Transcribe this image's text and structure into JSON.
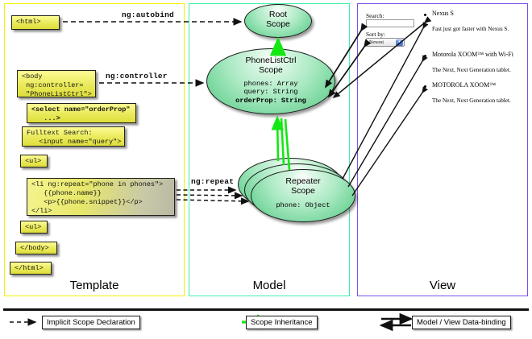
{
  "columns": [
    {
      "key": "template",
      "label": "Template",
      "border_color": "#f2f20a"
    },
    {
      "key": "model",
      "label": "Model",
      "border_color": "#3ff0a8"
    },
    {
      "key": "view",
      "label": "View",
      "border_color": "#7b52ec"
    }
  ],
  "template": {
    "boxes": [
      {
        "id": "html-open",
        "text": "<html>"
      },
      {
        "id": "body-open",
        "text": "<body\n ng:controller=\n \"PhoneListCtrl\">"
      },
      {
        "id": "select-orderprop",
        "text": "<select name=\"orderProp\"\n   ...>"
      },
      {
        "id": "fulltext-search",
        "text": "Fulltext Search:\n   <input name=\"query\">"
      },
      {
        "id": "ul-open",
        "text": "<ul>"
      },
      {
        "id": "li-ngrepeat",
        "text": "<li ng:repeat=\"phone in phones\">\n   {{phone.name}}\n   <p>{{phone.snippet}}</p>\n</li>"
      },
      {
        "id": "ul-close",
        "text": "<ul>"
      },
      {
        "id": "body-close",
        "text": "</body>"
      },
      {
        "id": "html-close",
        "text": "</html>"
      }
    ]
  },
  "model": {
    "scopes": [
      {
        "id": "root-scope",
        "title": "Root\nScope",
        "props": []
      },
      {
        "id": "phonelistctrl-scope",
        "title": "PhoneListCtrl\nScope",
        "props": [
          {
            "text": "phones: Array",
            "bold": false
          },
          {
            "text": "query: String",
            "bold": false
          },
          {
            "text": "orderProp: String",
            "bold": true
          }
        ]
      },
      {
        "id": "repeater-scope",
        "title": "Repeater\nScope",
        "props": [
          {
            "text": "phone: Object",
            "bold": false
          }
        ]
      }
    ]
  },
  "view": {
    "search_label": "Search:",
    "search_value": "",
    "search_placeholder": "",
    "sort_label": "Sort by:",
    "sort_selected": "Newest",
    "sort_options": [
      "Newest"
    ],
    "phones": [
      {
        "name": "Nexus S",
        "snippet": "Fast just got faster with Nexus S."
      },
      {
        "name": "Motorola XOOM™ with Wi-Fi",
        "snippet": "The Next, Next Generation tablet."
      },
      {
        "name": "MOTOROLA XOOM™",
        "snippet": "The Next, Next Generation tablet."
      }
    ]
  },
  "arrow_labels": [
    {
      "id": "ng-autobind",
      "text": "ng:autobind"
    },
    {
      "id": "ng-controller",
      "text": "ng:controller"
    },
    {
      "id": "ng-repeat",
      "text": "ng:repeat"
    }
  ],
  "legend": [
    {
      "id": "implicit-scope-declaration",
      "label": "Implicit Scope Declaration",
      "style": "dashed-arrow",
      "color": "#111111"
    },
    {
      "id": "scope-inheritance",
      "label": "Scope Inheritance",
      "style": "solid-arrow",
      "color": "#13e813"
    },
    {
      "id": "model-view-data-binding",
      "label": "Model / View Data-binding",
      "style": "double-arrow",
      "color": "#111111"
    }
  ]
}
